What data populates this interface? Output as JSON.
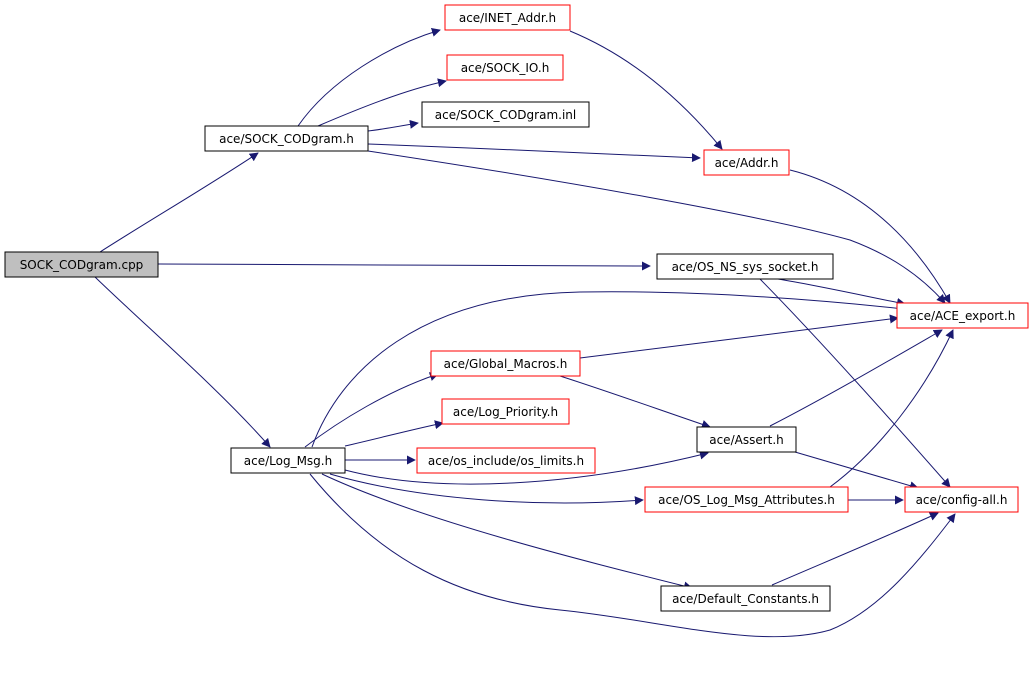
{
  "colors": {
    "edge": "#191970",
    "border_default": "#000000",
    "border_truncated": "#ff0000",
    "root_fill": "#bfbfbf",
    "node_fill": "#ffffff"
  },
  "nodes": {
    "sock_codgram_cpp": "SOCK_CODgram.cpp",
    "sock_codgram_h": "ace/SOCK_CODgram.h",
    "inet_addr_h": "ace/INET_Addr.h",
    "sock_io_h": "ace/SOCK_IO.h",
    "sock_codgram_inl": "ace/SOCK_CODgram.inl",
    "addr_h": "ace/Addr.h",
    "os_ns_sys_socket_h": "ace/OS_NS_sys_socket.h",
    "ace_export_h": "ace/ACE_export.h",
    "global_macros_h": "ace/Global_Macros.h",
    "log_priority_h": "ace/Log_Priority.h",
    "log_msg_h": "ace/Log_Msg.h",
    "os_limits_h": "ace/os_include/os_limits.h",
    "assert_h": "ace/Assert.h",
    "os_log_msg_attributes_h": "ace/OS_Log_Msg_Attributes.h",
    "config_all_h": "ace/config-all.h",
    "default_constants_h": "ace/Default_Constants.h"
  }
}
